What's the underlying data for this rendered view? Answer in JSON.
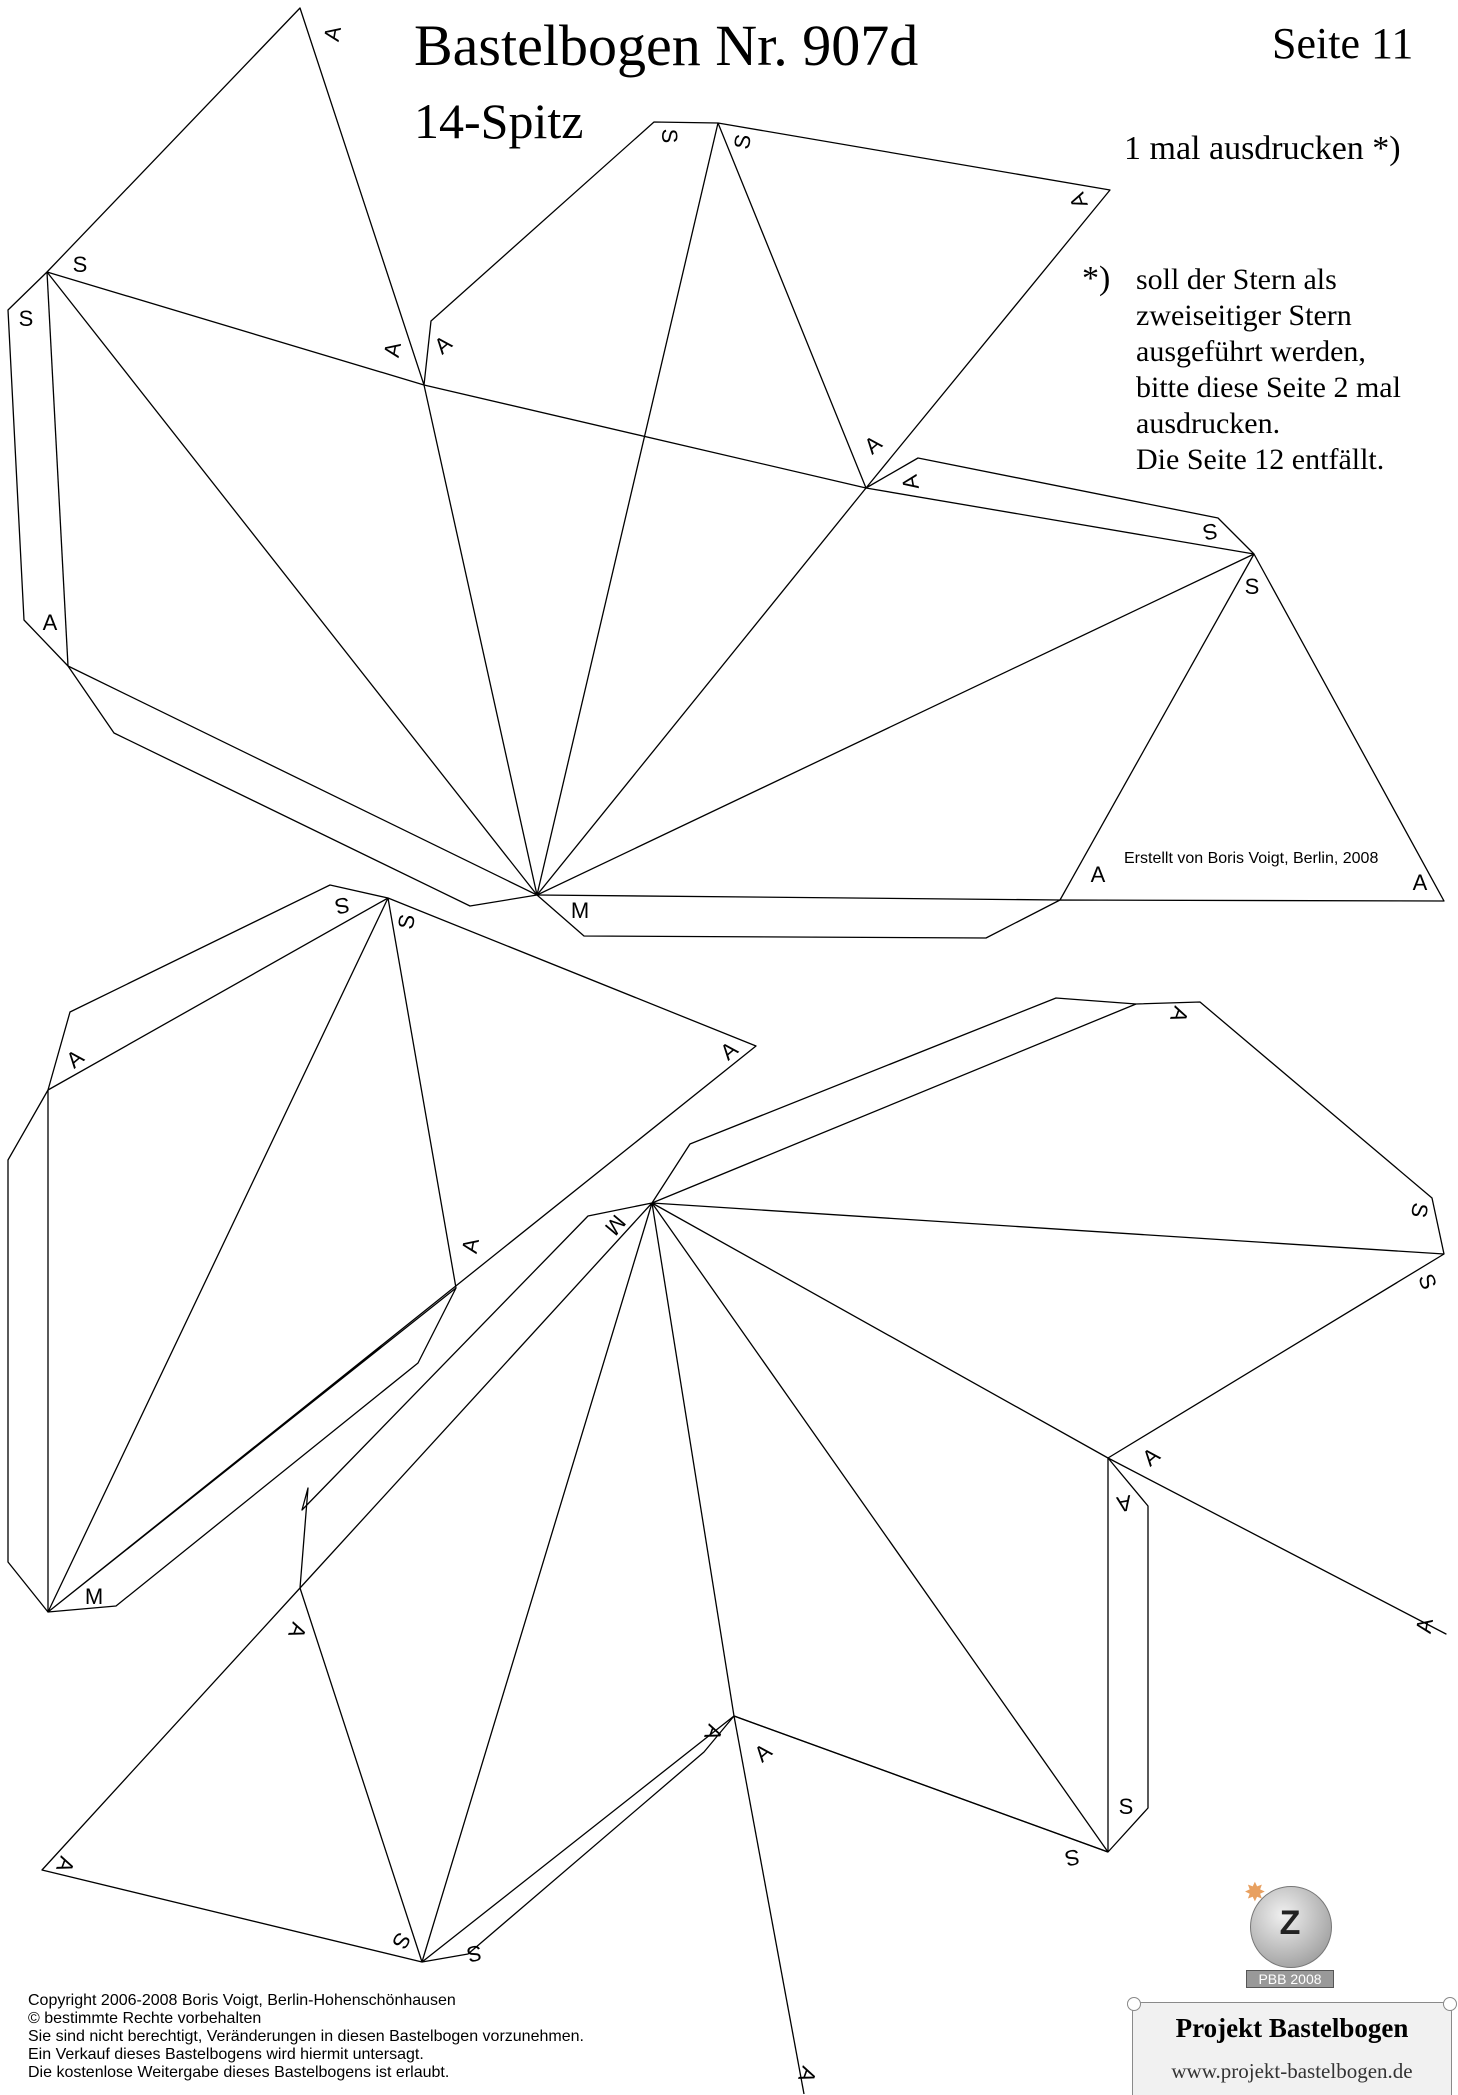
{
  "header": {
    "title": "Bastelbogen Nr. 907d",
    "subtitle": "14-Spitz",
    "page": "Seite 11"
  },
  "instructions": {
    "print_count": "1 mal ausdrucken *)",
    "footnote_mark": "*)",
    "footnote_lines": [
      "soll der Stern als",
      "zweiseitiger Stern",
      "ausgeführt werden,",
      "bitte diese Seite 2 mal",
      "ausdrucken.",
      "Die Seite 12 entfällt."
    ]
  },
  "credit": "Erstellt von Boris Voigt, Berlin, 2008",
  "glue_labels": {
    "alpha": "A",
    "side": "S",
    "center": "M"
  },
  "copyright_lines": [
    "Copyright  2006-2008 Boris Voigt, Berlin-Hohenschönhausen",
    "© bestimmte Rechte vorbehalten",
    "Sie sind nicht berechtigt, Veränderungen in diesen Bastelbogen vorzunehmen.",
    "Ein Verkauf dieses Bastelbogens wird hiermit untersagt.",
    "Die kostenlose Weitergabe dieses Bastelbogens ist erlaubt."
  ],
  "logo": {
    "letter": "Z",
    "caption": "PBB 2008"
  },
  "banner": {
    "title": "Projekt Bastelbogen",
    "url": "www.projekt-bastelbogen.de"
  }
}
